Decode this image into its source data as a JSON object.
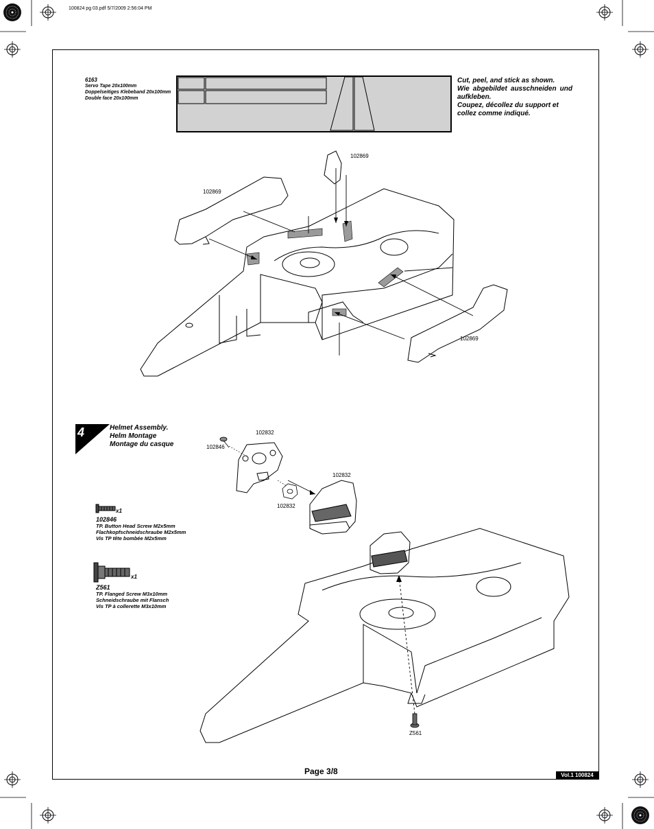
{
  "header": {
    "print_info": "100824 pg 03.pdf   5/7/2009   2:56:04 PM"
  },
  "sticker": {
    "code": "6163",
    "name_en": "Servo Tape 20x100mm",
    "name_de": "Doppelseitiges Klebeband 20x100mm",
    "name_fr": "Double face 20x100mm"
  },
  "instructions": {
    "en": "Cut, peel, and stick as shown.",
    "de": "Wie abgebildet ausschneiden und aufkleben.",
    "fr": "Coupez, décollez du support et collez comme indiqué."
  },
  "body_parts": {
    "left_top": "102869",
    "top_right": "102869",
    "bottom_right": "102869"
  },
  "step4": {
    "number": "4",
    "title_en": "Helmet Assembly.",
    "title_de": "Helm Montage",
    "title_fr": "Montage du casque",
    "labels": {
      "bracket_top": "102832",
      "screw_small": "102846",
      "helmet": "102832",
      "nut": "102832",
      "screw_flanged": "Z561"
    }
  },
  "parts_list": [
    {
      "qty": "x1",
      "code": "102846",
      "en": "TP. Button Head Screw M2x5mm",
      "de": "Flachkopfschneidschraube M2x5mm",
      "fr": "Vis TP tête bombée M2x5mm"
    },
    {
      "qty": "x1",
      "code": "Z561",
      "en": "TP. Flanged Screw M3x10mm",
      "de": "Schneidschraube mit Flansch",
      "fr": "Vis TP à collerette M3x10mm"
    }
  ],
  "footer": {
    "page": "Page  3/8",
    "version": "Vol.1 100824"
  }
}
